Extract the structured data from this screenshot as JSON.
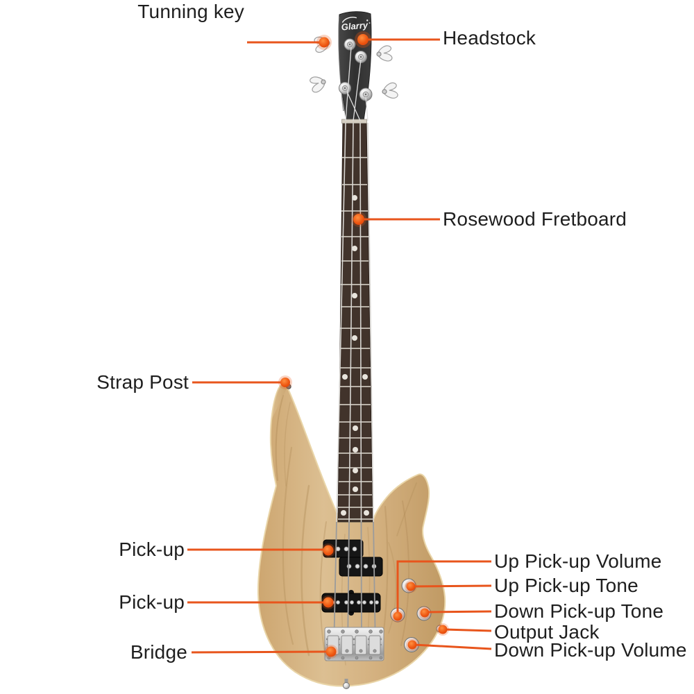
{
  "diagram": {
    "brand_logo": "Glarry",
    "accent_color": "#E8551C",
    "body_wood_color": "#D2AB76",
    "headstock_color": "#333333",
    "fretboard_color": "#41332B",
    "labels": {
      "tuning_key": "Tunning key",
      "headstock": "Headstock",
      "fretboard": "Rosewood Fretboard",
      "strap_post": "Strap Post",
      "pickup_top": "Pick-up",
      "pickup_bottom": "Pick-up",
      "bridge": "Bridge",
      "up_volume": "Up Pick-up Volume",
      "up_tone": "Up Pick-up Tone",
      "down_tone": "Down Pick-up Tone",
      "output_jack": "Output Jack",
      "down_volume": "Down Pick-up Volume"
    }
  }
}
